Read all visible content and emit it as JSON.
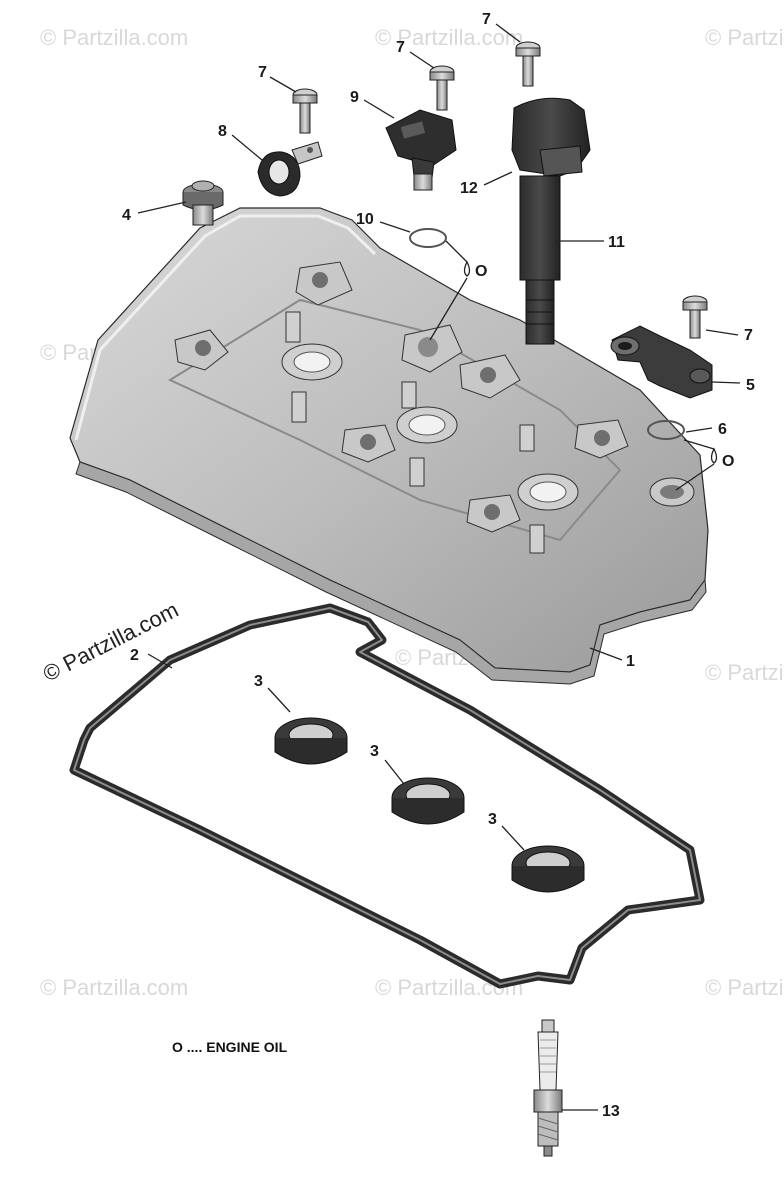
{
  "credit": "© Partzilla.com",
  "watermark": "© Partzilla.com",
  "legend": "O .... ENGINE OIL",
  "oil_symbol": "O",
  "callouts": {
    "c1": "1",
    "c2": "2",
    "c3a": "3",
    "c3b": "3",
    "c3c": "3",
    "c4": "4",
    "c5": "5",
    "c6": "6",
    "c7a": "7",
    "c7b": "7",
    "c7c": "7",
    "c7d": "7",
    "c8": "8",
    "c9": "9",
    "c10": "10",
    "c11": "11",
    "c12": "12",
    "c13": "13"
  },
  "colors": {
    "metal": "#b9b9b9",
    "metal_light": "#d6d6d6",
    "metal_dark": "#8f8f8f",
    "rubber": "#3a3a3a",
    "watermark": "#d8d8d8"
  }
}
